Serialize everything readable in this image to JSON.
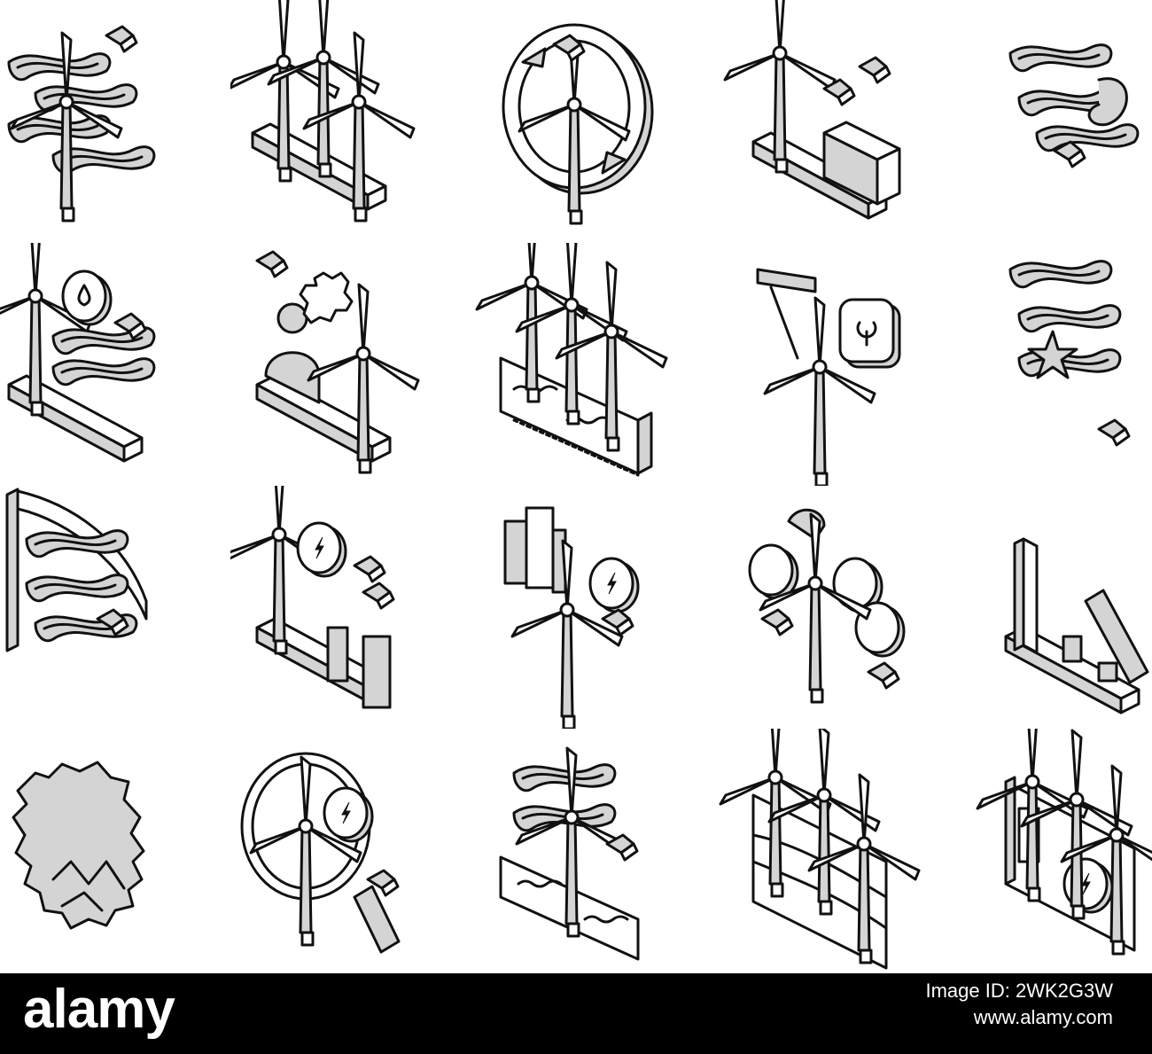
{
  "footer": {
    "logo": "alamy",
    "image_id": "Image ID: 2WK2G3W",
    "site": "www.alamy.com"
  },
  "icons": [
    {
      "name": "wind-turbine-wind-flow-icon"
    },
    {
      "name": "wind-farm-icon"
    },
    {
      "name": "wind-turbine-recycle-icon"
    },
    {
      "name": "wind-turbine-battery-icon"
    },
    {
      "name": "wind-swirl-icon"
    },
    {
      "name": "wind-turbine-water-drop-icon"
    },
    {
      "name": "engineer-wind-turbine-icon"
    },
    {
      "name": "offshore-wind-farm-icon"
    },
    {
      "name": "wind-turbine-maintenance-icon"
    },
    {
      "name": "wind-star-icon"
    },
    {
      "name": "wind-tunnel-icon"
    },
    {
      "name": "wind-turbine-electricity-icon"
    },
    {
      "name": "wind-turbine-city-energy-icon"
    },
    {
      "name": "wind-turbine-cloud-energy-icon"
    },
    {
      "name": "wind-industry-icon"
    },
    {
      "name": "wind-gear-icon"
    },
    {
      "name": "wind-energy-search-icon"
    },
    {
      "name": "offshore-turbine-wind-icon"
    },
    {
      "name": "wind-turbine-ground-layers-icon"
    },
    {
      "name": "wind-turbine-power-station-icon"
    }
  ]
}
